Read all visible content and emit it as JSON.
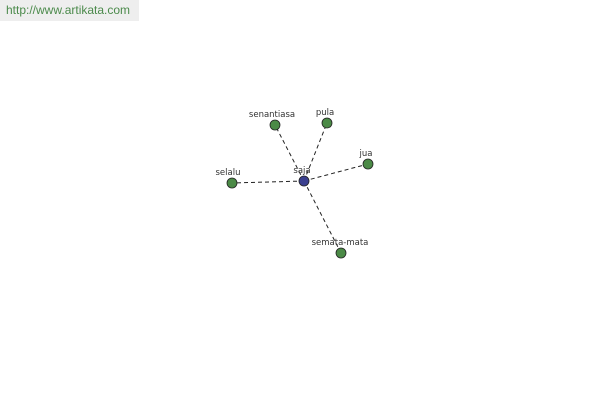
{
  "source_link": {
    "text": "http://www.artikata.com"
  },
  "graph": {
    "center": {
      "label": "saja",
      "color": "#3a3f8f"
    },
    "related_color": "#4b8a46",
    "related": [
      {
        "label": "senantiasa"
      },
      {
        "label": "pula"
      },
      {
        "label": "jua"
      },
      {
        "label": "selalu"
      },
      {
        "label": "semata-mata"
      }
    ]
  }
}
